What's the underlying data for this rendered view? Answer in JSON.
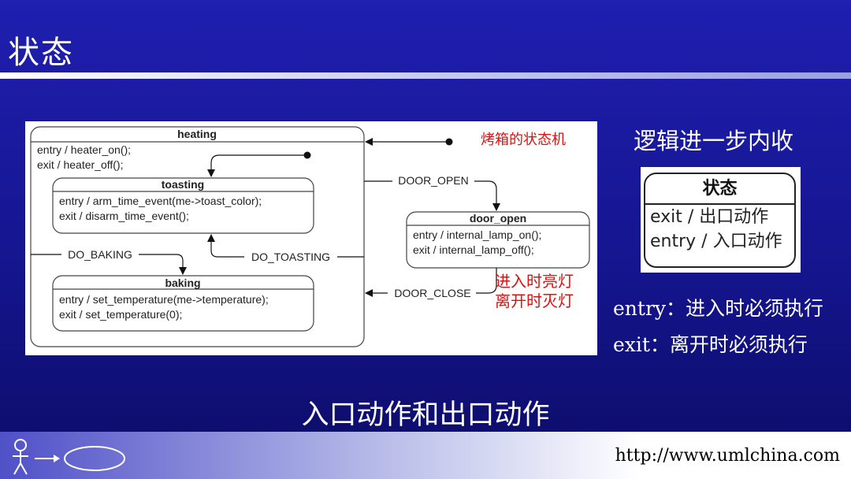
{
  "slide": {
    "title": "状态",
    "side_heading": "逻辑进一步内收",
    "note_entry": "entry：进入时必须执行",
    "note_exit": "exit：离开时必须执行",
    "bottom_caption": "入口动作和出口动作",
    "url": "http://www.umlchina.com"
  },
  "diagram": {
    "caption": "烤箱的状态机",
    "heating": {
      "name": "heating",
      "entry": "entry / heater_on();",
      "exit": "exit / heater_off();"
    },
    "toasting": {
      "name": "toasting",
      "entry": "entry / arm_time_event(me->toast_color);",
      "exit": "exit / disarm_time_event();"
    },
    "baking": {
      "name": "baking",
      "entry": "entry / set_temperature(me->temperature);",
      "exit": "exit / set_temperature(0);"
    },
    "door_open": {
      "name": "door_open",
      "entry": "entry / internal_lamp_on();",
      "exit": "exit / internal_lamp_off();"
    },
    "transitions": {
      "door_open": "DOOR_OPEN",
      "door_close": "DOOR_CLOSE",
      "do_baking": "DO_BAKING",
      "do_toasting": "DO_TOASTING"
    },
    "annotation_enter": "进入时亮灯",
    "annotation_leave": "离开时灭灯"
  },
  "mini_state": {
    "name": "状态",
    "exit_line": "exit / 出口动作",
    "entry_line": "entry / 入口动作"
  },
  "colors": {
    "background": "#1818a0",
    "annotation_red": "#e01010"
  }
}
